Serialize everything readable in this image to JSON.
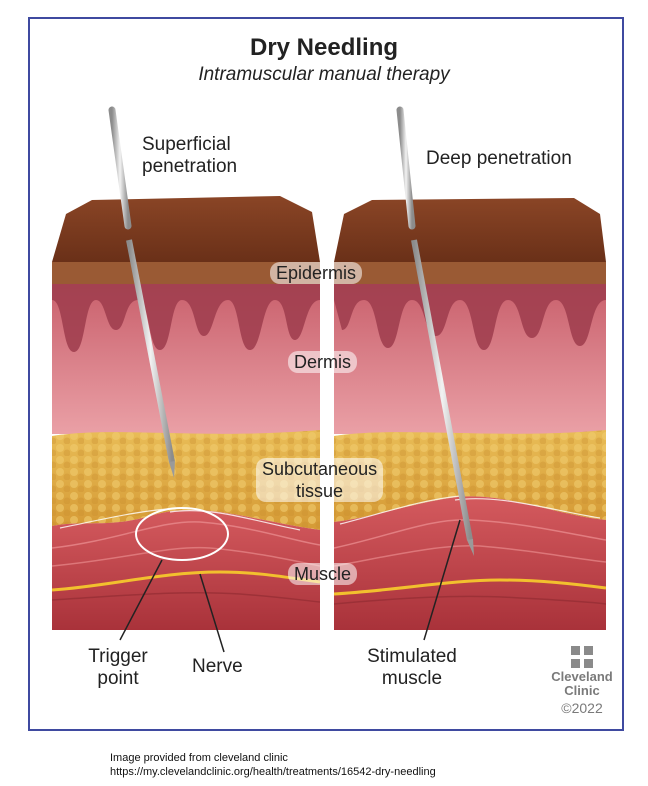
{
  "title": "Dry Needling",
  "subtitle": "Intramuscular manual therapy",
  "panels": {
    "left_heading": "Superficial penetration",
    "right_heading": "Deep penetration"
  },
  "layers": {
    "epidermis": "Epidermis",
    "dermis": "Dermis",
    "subcutaneous_line1": "Subcutaneous",
    "subcutaneous_line2": "tissue",
    "muscle": "Muscle"
  },
  "callouts": {
    "trigger_line1": "Trigger",
    "trigger_line2": "point",
    "nerve": "Nerve",
    "stimulated_line1": "Stimulated",
    "stimulated_line2": "muscle"
  },
  "logo": {
    "line1": "Cleveland",
    "line2": "Clinic",
    "copyright": "©2022"
  },
  "caption": {
    "line1": "Image provided from cleveland clinic",
    "line2": "https://my.clevelandclinic.org/health/treatments/16542-dry-needling"
  },
  "colors": {
    "frame": "#3f4aa0",
    "skin_top": "#7a3a1e",
    "epidermis": "#9a5a34",
    "dermis": "#d77b86",
    "subcutaneous": "#e2b24c",
    "muscle": "#c9474d",
    "nerve": "#f2c02e",
    "needle": "#c8c8c8"
  }
}
